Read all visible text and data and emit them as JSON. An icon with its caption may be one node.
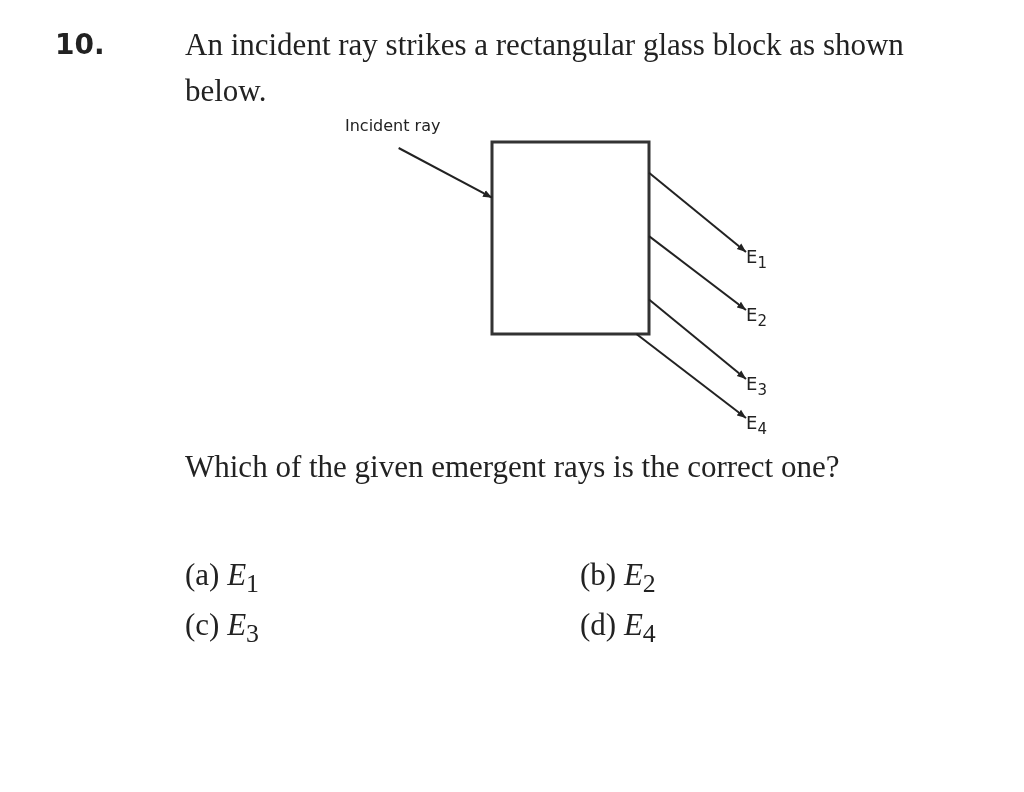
{
  "diagram": {
    "nodes": [
      {
        "text": [
          "Incident ray"
        ]
      },
      {
        "text": [],
        "shape": "box"
      },
      {
        "text": [
          "E$_{1}$"
        ]
      },
      {
        "text": [
          "E$_{2}$"
        ]
      },
      {
        "text": [
          "E$_{3}$"
        ]
      },
      {
        "text": [
          "E$_{4}$"
        ]
      }
    ],
    "edges": [
      {
        "from": 0,
        "to": 1,
        "arrow": "to"
      },
      {
        "from": 1,
        "to": 2,
        "arrow": "to"
      },
      {
        "from": 1,
        "to": 3,
        "arrow": "to"
      },
      {
        "from": 1,
        "to": 4,
        "arrow": "to"
      },
      {
        "from": 1,
        "to": 5,
        "arrow": "to"
      }
    ],
    "labels": [
      "10.",
      "An incident ray strikes a rectangular glass block as shown below.",
      "Which of the given emergent rays is the correct one?",
      "(a) *E*$_{1}$",
      "(b) *E*$_{2}$",
      "(c) *E*$_{3}$",
      "(d) *E*$_{4}$"
    ]
  }
}
